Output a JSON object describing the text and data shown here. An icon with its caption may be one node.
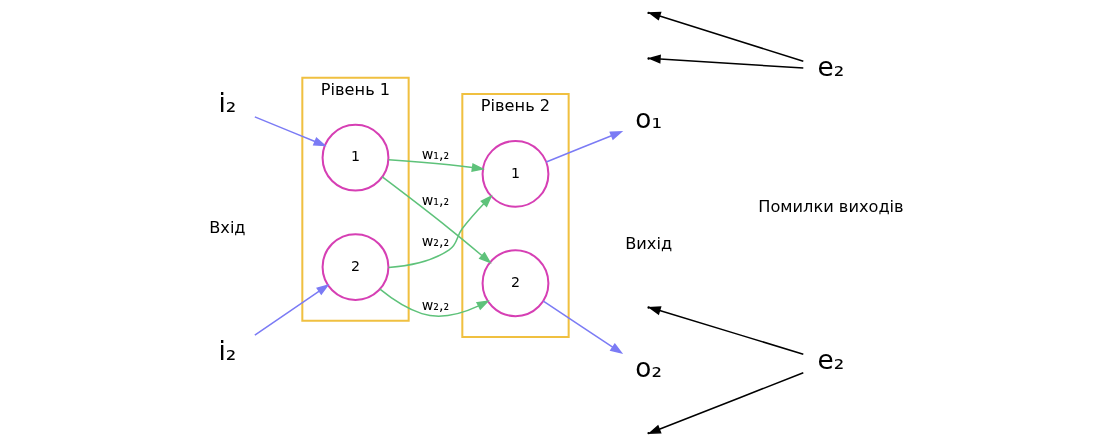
{
  "diagram": {
    "nodes": [
      {
        "text": [
          "Рівень 1"
        ]
      },
      {
        "text": [
          "1"
        ],
        "in": 0
      },
      {
        "text": [
          "2"
        ],
        "in": 0
      },
      {
        "text": [
          "Рівень 2"
        ]
      },
      {
        "text": [
          "1"
        ],
        "in": 3
      },
      {
        "text": [
          "2"
        ],
        "in": 3
      },
      {
        "text": [
          "i₂"
        ]
      },
      {
        "text": [
          "i₂"
        ]
      },
      {
        "text": [
          "o₁"
        ]
      },
      {
        "text": [
          "o₂"
        ]
      },
      {
        "text": [
          "e₂"
        ]
      },
      {
        "text": [
          "e₂"
        ]
      }
    ],
    "edges": [
      {
        "from": 6,
        "to": 1,
        "arrow": "to",
        "color": "#7b7bf5"
      },
      {
        "from": 7,
        "to": 2,
        "arrow": "to",
        "color": "#7b7bf5"
      },
      {
        "from": 1,
        "to": 4,
        "arrow": "to",
        "label": "w₁,₂",
        "color": "#5ec27a"
      },
      {
        "from": 2,
        "to": 4,
        "arrow": "to",
        "label": "w₂,₂",
        "color": "#5ec27a"
      },
      {
        "from": 1,
        "to": 5,
        "arrow": "to",
        "label": "w₁,₂",
        "color": "#5ec27a"
      },
      {
        "from": 2,
        "to": 5,
        "arrow": "to",
        "label": "w₂,₂",
        "color": "#5ec27a"
      },
      {
        "from": 4,
        "to": 8,
        "arrow": "to",
        "color": "#7b7bf5"
      },
      {
        "from": 5,
        "to": 9,
        "arrow": "to",
        "color": "#7b7bf5"
      },
      {
        "from": 10,
        "to": null,
        "arrow": "to",
        "color": "#000000"
      },
      {
        "from": 10,
        "to": null,
        "arrow": "to",
        "color": "#000000"
      },
      {
        "from": 11,
        "to": null,
        "arrow": "to",
        "color": "#000000"
      },
      {
        "from": 11,
        "to": null,
        "arrow": "to",
        "color": "#000000"
      }
    ],
    "labels": [
      "Вхід",
      "Вихід",
      "Помилки виходів"
    ]
  }
}
